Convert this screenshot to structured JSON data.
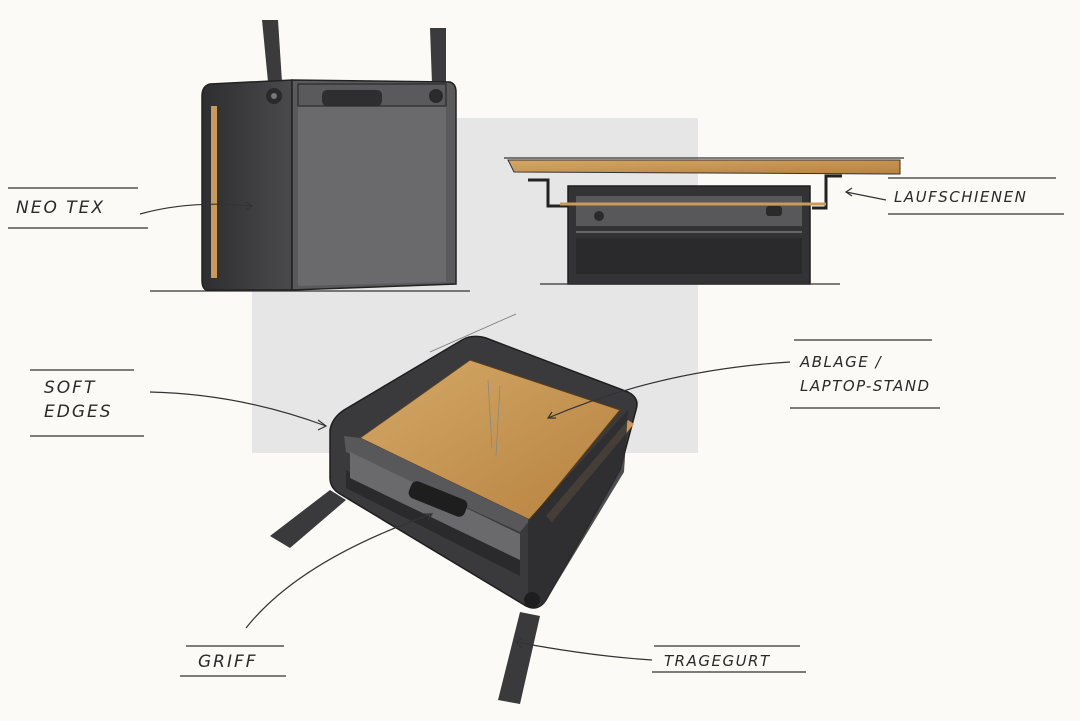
{
  "labels": {
    "neotex": "NEO TEX",
    "laufschienen": "LAUFSCHIENEN",
    "soft_edges_line1": "SOFT",
    "soft_edges_line2": "EDGES",
    "ablage_line1": "ABLAGE /",
    "ablage_line2": "LAPTOP-STAND",
    "griff": "GRIFF",
    "tragegurt": "TRAGEGURT"
  },
  "colors": {
    "paper": "#fbfaf6",
    "panel": "#e6e6e6",
    "dark": "#3a3a3c",
    "mid": "#58585b",
    "wood": "#c99a5a",
    "ink": "#2a2a2a"
  }
}
